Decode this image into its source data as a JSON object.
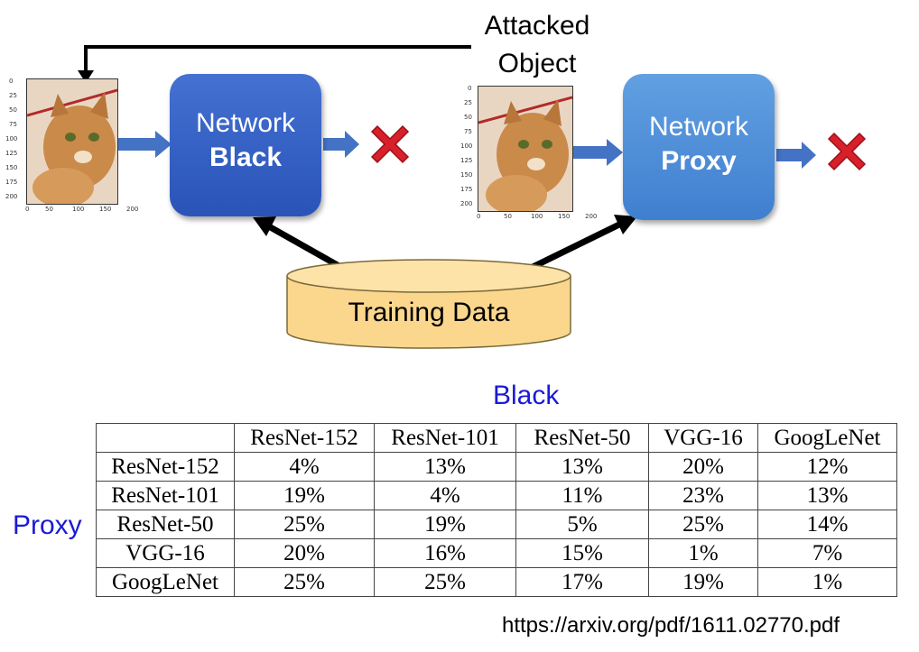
{
  "attacked_object": {
    "line1": "Attacked",
    "line2": "Object"
  },
  "network_black": {
    "line1": "Network",
    "line2": "Black"
  },
  "network_proxy": {
    "line1": "Network",
    "line2": "Proxy"
  },
  "training_data": "Training Data",
  "image_axis": {
    "y_ticks": [
      "0",
      "25",
      "50",
      "75",
      "100",
      "125",
      "150",
      "175",
      "200"
    ],
    "x_ticks": [
      "0",
      "50",
      "100",
      "150",
      "200"
    ]
  },
  "table_title": "Black",
  "row_axis_label": "Proxy",
  "table": {
    "columns": [
      "",
      "ResNet-152",
      "ResNet-101",
      "ResNet-50",
      "VGG-16",
      "GoogLeNet"
    ],
    "rows": [
      [
        "ResNet-152",
        "4%",
        "13%",
        "13%",
        "20%",
        "12%"
      ],
      [
        "ResNet-101",
        "19%",
        "4%",
        "11%",
        "23%",
        "13%"
      ],
      [
        "ResNet-50",
        "25%",
        "19%",
        "5%",
        "25%",
        "14%"
      ],
      [
        "VGG-16",
        "20%",
        "16%",
        "15%",
        "1%",
        "7%"
      ],
      [
        "GoogLeNet",
        "25%",
        "25%",
        "17%",
        "19%",
        "1%"
      ]
    ]
  },
  "source_url": "https://arxiv.org/pdf/1611.02770.pdf",
  "colors": {
    "black_net": "#2f5bc4",
    "proxy_net": "#4f8fd8",
    "cylinder": "#fbd78e",
    "arrow_blue": "#4472c4",
    "cross": "#d8202a",
    "label_blue": "#1a1ad6"
  }
}
